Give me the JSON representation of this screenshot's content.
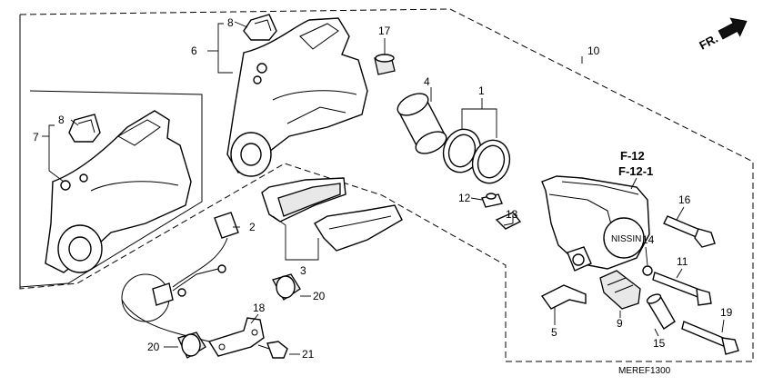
{
  "direction_label": "FR.",
  "diagram_code": "MEREF1300",
  "reference_labels": [
    "F-12",
    "F-12-1"
  ],
  "callouts": {
    "c1": "1",
    "c2": "2",
    "c3": "3",
    "c4": "4",
    "c5": "5",
    "c6": "6",
    "c7": "7",
    "c8a": "8",
    "c8b": "8",
    "c9": "9",
    "c10": "10",
    "c11": "11",
    "c12": "12",
    "c13": "13",
    "c14": "14",
    "c15": "15",
    "c16": "16",
    "c17": "17",
    "c18": "18",
    "c19": "19",
    "c20a": "20",
    "c20b": "20",
    "c21": "21"
  },
  "caliper_logo": "NISSIN"
}
